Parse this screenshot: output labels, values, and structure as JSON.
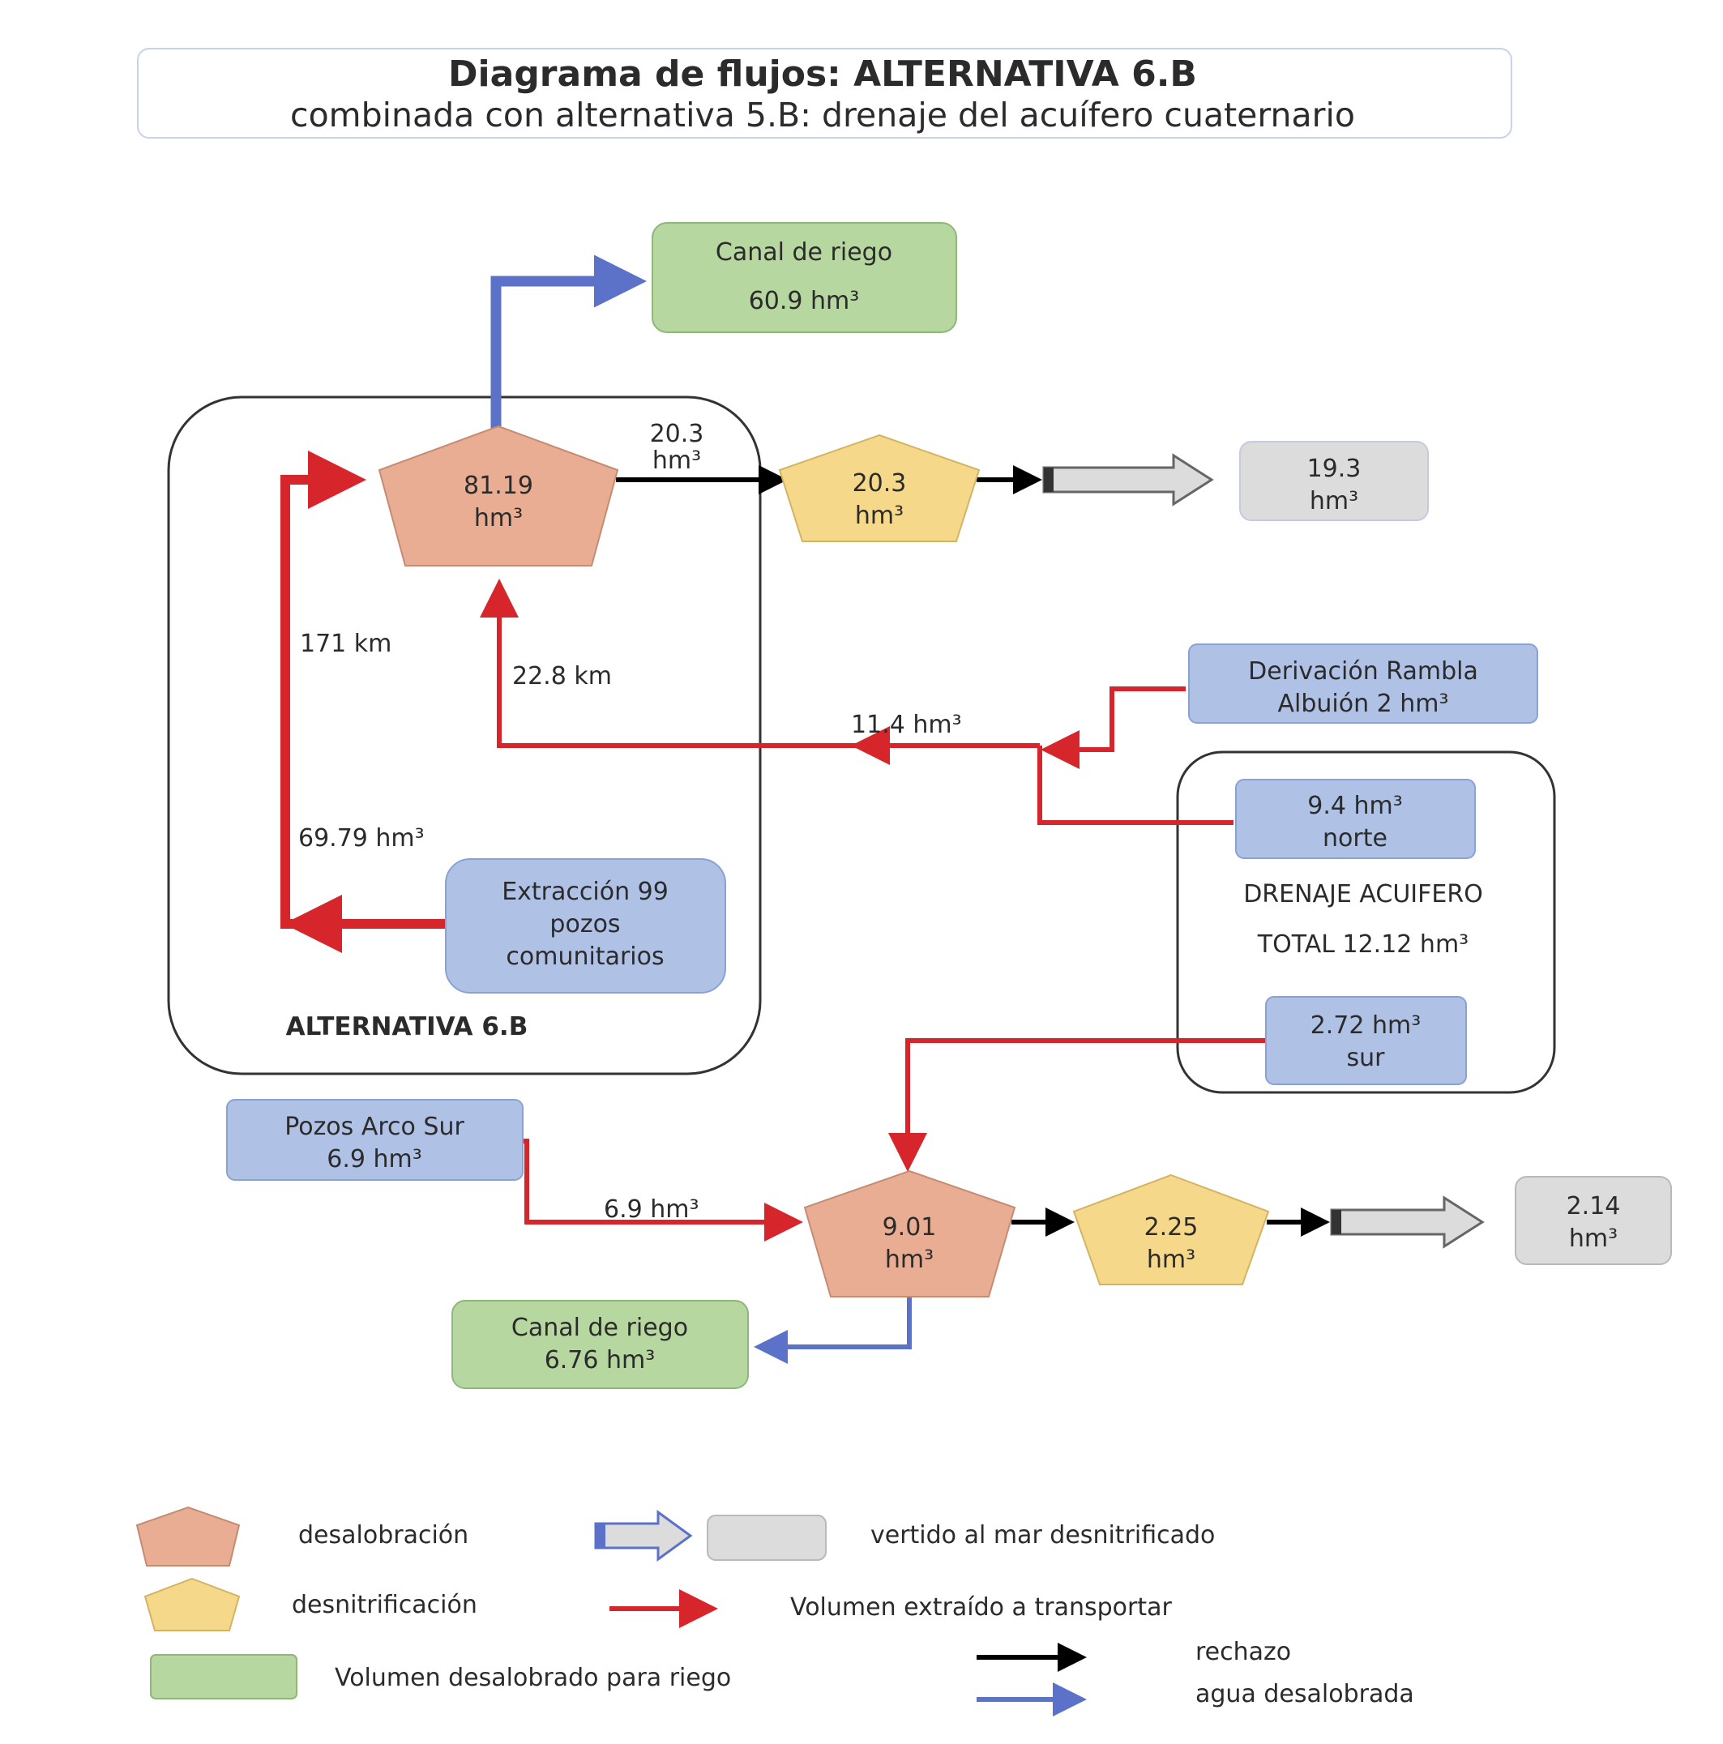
{
  "title": {
    "line1": "Diagrama de flujos: ALTERNATIVA 6.B",
    "line2": "combinada con alternativa 5.B:  drenaje del acuífero cuaternario"
  },
  "alt_group_label": "ALTERNATIVA 6.B",
  "nodes": {
    "canal_top": {
      "line1": "Canal de riego",
      "line2": "60.9 hm³"
    },
    "desal_main": {
      "line1": "81.19",
      "line2": "hm³"
    },
    "denit_main": {
      "line1": "20.3",
      "line2": "hm³"
    },
    "out_main": {
      "line1": "19.3",
      "line2": "hm³"
    },
    "extraccion": {
      "line1": "Extracción 99",
      "line2": "pozos",
      "line3": "comunitarios"
    },
    "derivacion": {
      "line1": "Derivación Rambla",
      "line2": "Albuión 2 hm³"
    },
    "norte": {
      "line1": "9.4 hm³",
      "line2": "norte"
    },
    "drenaje": {
      "line1": "DRENAJE ACUIFERO",
      "line2": "TOTAL 12.12 hm³"
    },
    "sur": {
      "line1": "2.72 hm³",
      "line2": "sur"
    },
    "pozos_arco": {
      "line1": "Pozos Arco Sur",
      "line2": "6.9 hm³"
    },
    "desal_second": {
      "line1": "9.01",
      "line2": "hm³"
    },
    "denit_second": {
      "line1": "2.25",
      "line2": "hm³"
    },
    "out_second": {
      "line1": "2.14",
      "line2": "hm³"
    },
    "canal_bottom": {
      "line1": "Canal de riego",
      "line2": "6.76 hm³"
    }
  },
  "flow_labels": {
    "reject_main_1": "20.3",
    "reject_main_2": "hm³",
    "dist_171": "171 km",
    "dist_228": "22.8 km",
    "vol_114": "11.4 hm³",
    "vol_6979": "69.79 hm³",
    "vol_69": "6.9 hm³"
  },
  "legend": {
    "desalobracion": "desalobración",
    "desnitrificacion": "desnitrificación",
    "riego": "Volumen desalobrado para riego",
    "vertido": "vertido al mar desnitrificado",
    "extraido": "Volumen extraído a transportar",
    "rechazo": "rechazo",
    "agua": "agua desalobrada"
  },
  "colors": {
    "desal_fill": "#e8ad92",
    "denit_fill": "#f6d88a",
    "green_fill": "#b7d7a0",
    "blue_fill": "#afc2e6",
    "gray_fill": "#dcdcdc",
    "red_flow": "#d7262b",
    "blue_flow": "#5b72c8",
    "black_flow": "#000000"
  }
}
